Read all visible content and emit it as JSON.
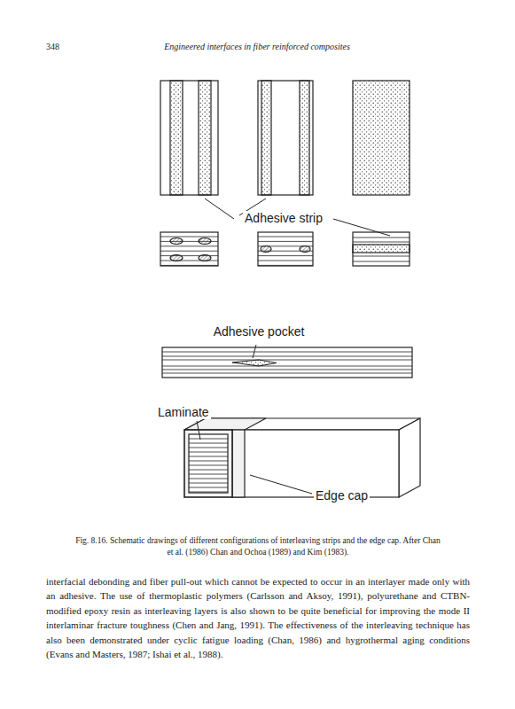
{
  "diagram": {
    "caption": "Fig. 8.16. Schematic drawings of different configurations of interleaving strips and the edge cap. After Chan et al. (1986) Chan and Ochoa (1989) and Kim (1983).",
    "labels": [
      "348",
      "Engineered interfaces in fiber reinforced composites",
      "Adhesive strip",
      "Adhesive pocket",
      "Laminate",
      "Edge cap",
      "interfacial debonding and fiber pull-out which cannot be expected to occur in an interlayer made only with an adhesive. The use of thermoplastic polymers (Carlsson and Aksoy, 1991), polyurethane and CTBN-modified epoxy resin as interleaving layers is also shown to be quite beneficial for improving the mode II interlaminar fracture toughness (Chen and Jang, 1991). The effectiveness of the interleaving technique has also been demonstrated under cyclic fatigue loading (Chan, 1986) and hygrothermal aging conditions (Evans and Masters, 1987; Ishai et al., 1988)."
    ]
  }
}
